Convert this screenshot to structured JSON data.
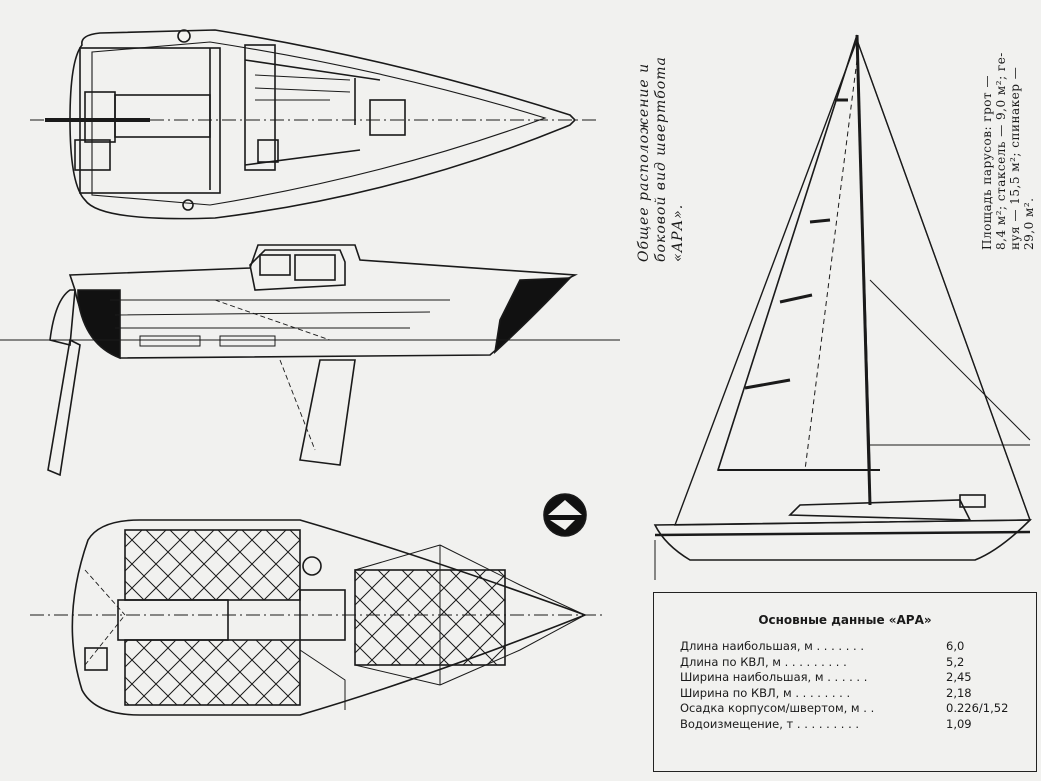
{
  "caption_main": "Общее расположение и\nбоковой вид швертбота\n«АРА».",
  "caption_sails": "Площадь парусов: грот —\n8,4 м²; стаксель — 9,0 м²; ге-\nнуя — 15,5 м²; спинакер —\n29,0 м².",
  "specs": {
    "title": "Основные данные «АРА»",
    "rows": [
      {
        "label": "Длина наибольшая, м . . . . . . .",
        "value": "6,0"
      },
      {
        "label": "Длина по КВЛ, м . . . . . . . . .",
        "value": "5,2"
      },
      {
        "label": "Ширина наибольшая, м . . . . . .",
        "value": "2,45"
      },
      {
        "label": "Ширина по КВЛ, м . . . . . . . .",
        "value": "2,18"
      },
      {
        "label": "Осадка корпусом/швертом, м . .",
        "value": "0.226/1,52"
      },
      {
        "label": "Водоизмещение, т . . . . . . . . .",
        "value": "1,09"
      }
    ]
  }
}
